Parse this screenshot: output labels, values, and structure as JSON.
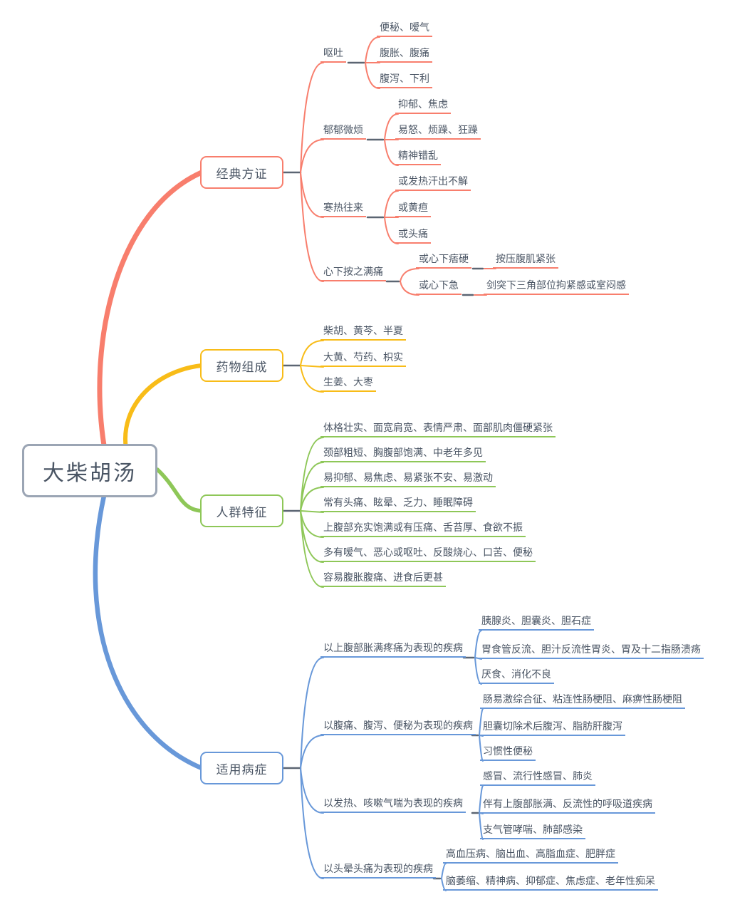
{
  "root": {
    "label": "大柴胡汤"
  },
  "classic": {
    "topic": "经典方证",
    "g1": {
      "label": "呕吐",
      "children": [
        "便秘、嗳气",
        "腹胀、腹痛",
        "腹泻、下利"
      ]
    },
    "g2": {
      "label": "郁郁微烦",
      "children": [
        "抑郁、焦虑",
        "易怒、烦躁、狂躁",
        "精神错乱"
      ]
    },
    "g3": {
      "label": "寒热往来",
      "children": [
        "或发热汗出不解",
        "或黄疸",
        "或头痛"
      ]
    },
    "g4": {
      "label": "心下按之满痛",
      "children": [
        {
          "label": "或心下痞硬",
          "child": "按压腹肌紧张"
        },
        {
          "label": "或心下急",
          "child": "剑突下三角部位拘紧感或室闷感"
        }
      ]
    }
  },
  "herbs": {
    "topic": "药物组成",
    "items": [
      "柴胡、黄芩、半夏",
      "大黄、芍药、枳实",
      "生姜、大枣"
    ]
  },
  "people": {
    "topic": "人群特征",
    "items": [
      "体格壮实、面宽肩宽、表情严肃、面部肌肉僵硬紧张",
      "颈部粗短、胸腹部饱满、中老年多见",
      "易抑郁、易焦虑、易紧张不安、易激动",
      "常有头痛、眩晕、乏力、睡眠障碍",
      "上腹部充实饱满或有压痛、舌苔厚、食欲不振",
      "多有嗳气、恶心或呕吐、反酸烧心、口苦、便秘",
      "容易腹胀腹痛、进食后更甚"
    ]
  },
  "diseases": {
    "topic": "适用病症",
    "g1": {
      "label": "以上腹部胀满疼痛为表现的疾病",
      "children": [
        "胰腺炎、胆囊炎、胆石症",
        "胃食管反流、胆汁反流性胃炎、胃及十二指肠溃疡",
        "厌食、消化不良"
      ]
    },
    "g2": {
      "label": "以腹痛、腹泻、便秘为表现的疾病",
      "children": [
        "肠易激综合征、粘连性肠梗阻、麻痹性肠梗阻",
        "胆囊切除术后腹泻、脂肪肝腹泻",
        "习惯性便秘"
      ]
    },
    "g3": {
      "label": "以发热、咳嗽气喘为表现的疾病",
      "children": [
        "感冒、流行性感冒、肺炎",
        "伴有上腹部胀满、反流性的呼吸道疾病",
        "支气管哮喘、肺部感染"
      ]
    },
    "g4": {
      "label": "以头晕头痛为表现的疾病",
      "children": [
        "高血压病、脑出血、高脂血症、肥胖症",
        "脑萎缩、精神病、抑郁症、焦虑症、老年性痴呆"
      ]
    }
  },
  "colors": {
    "classic": "#f87e6d",
    "herbs": "#f8bc18",
    "people": "#8ec758",
    "diseases": "#6898d9",
    "text": "#4a5564",
    "root_border": "#9ba5b4",
    "connector": "#5b6572"
  }
}
